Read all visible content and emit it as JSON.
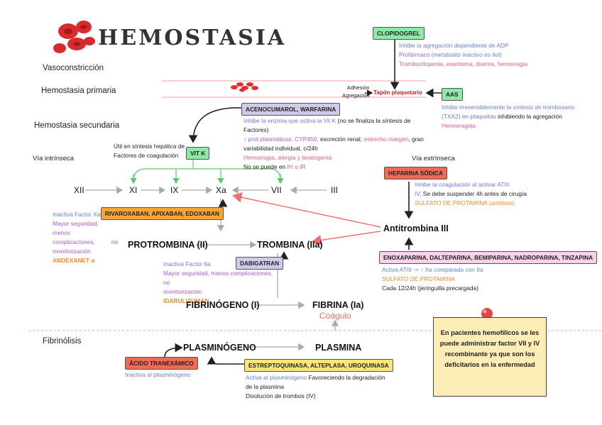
{
  "title": "HEMOSTASIA",
  "sections": {
    "vasoconstriction": "Vasoconstricción",
    "primary": "Hemostasia primaria",
    "secondary": "Hemostasia secundaria",
    "intrinsic": "Vía intrínseca",
    "extrinsic": "Vía extrínseca",
    "fibrinolysis": "Fibrinólisis"
  },
  "primary": {
    "adhesion": "Adhesión",
    "aggregation": "Agregación",
    "platelet_plug": "Tapón plaquetario"
  },
  "clopidogrel": {
    "label": "CLOPIDOGREL",
    "line1": "Inhibe la agregación dependiente de ADP",
    "line2a": "Profármaco",
    "line2b": " (metabolito inactivo es tiol)",
    "line3": "Trombocitopenia, exantema, diarrea, hemorragia"
  },
  "aas": {
    "label": "AAS",
    "line1": "Inhibe irreversiblemente la síntesis de tromboxano",
    "line2a": "(TXA2) en plaquetas",
    "line2b": " inhibiendo la agregación",
    "line3": "Hemorragias"
  },
  "acenocumarol": {
    "label": "ACENOCUMAROL, WARFARINA",
    "line1a": "Inhibe la enzima que activa la Vit K",
    "line1b": " (no se finaliza la síntesis de Factores)",
    "line2a": "↑ prot plasmáticas, CYP450,",
    "line2b": " excreción renal, ",
    "line2c": "estrecho margen",
    "line2d": ", gran",
    "line3": "variabilidad individual, c/24h",
    "line4": "Hemorragia, alergia y teratogenia",
    "line5a": "No se puede en ",
    "line5b": "IH o IR"
  },
  "vitk": {
    "label": "VIT K",
    "note1": "Útil en síntesis hepática de",
    "note2": "Factores de coagulación"
  },
  "factors": {
    "xii": "XII",
    "xi": "XI",
    "ix": "IX",
    "xa": "Xa",
    "vii": "VII",
    "iii": "III"
  },
  "rivaroxaban": {
    "label": "RIVAROXABAN, APIXABAN, EDOXABAN",
    "line1": "Inactiva Factor Xa",
    "line2": "Mayor seguridad, menos",
    "line3": "complicaciones,          no",
    "line4": "monitorización",
    "line5": "ANDEXANET α"
  },
  "heparina": {
    "label": "HEPARINA SÓDICA",
    "line1": "Inhibe la coagulación al activar ATIII",
    "line2a": "IV,",
    "line2b": " Se debe suspender 4h antes de cirugía",
    "line3": "SULFATO DE PROTAMINA (antídoto)"
  },
  "antithrombin": "Antitrombina III",
  "lmwh": {
    "label": "ENOXAPARINA, DALTEPARINA, BEMIPARINA, NADROPARINA, TINZAPINA",
    "line1a": "Activa ATIII -> ↑ Xa",
    "line1b": " comparada con IIa",
    "line2": "SULFATO DE PROTAMINA",
    "line3": "Cada 12/24h (jeringuilla precargada)"
  },
  "prothrombin": "PROTROMBINA (II)",
  "thrombin": "TROMBINA (IIa)",
  "dabigatran": {
    "label": "DABIGATRAN",
    "line1": "Inactiva Factor IIa",
    "line2": "Mayor seguridad, menos complicaciones, no",
    "line3": "monitorización",
    "line4": "IDARULIZUMAN"
  },
  "fibrinogen": "FIBRINÓGENO (I)",
  "fibrin": "FIBRINA (Ia)",
  "clot": "Coágulo",
  "fibrinolysis": {
    "plasminogen": "PLASMINÓGENO",
    "plasmin": "PLASMINA",
    "tranexamic_label": "ÁCIDO TRANEXÁMICO",
    "tranexamic_desc": "Inactiva al plasminógeno",
    "strepto_label": "ESTREPTOQUINASA, ALTEPLASA, UROQUINASA",
    "strepto_line1a": "Activa al plasminógeno",
    "strepto_line1b": " Favoreciendo la degradación",
    "strepto_line2": "de la plasmina",
    "strepto_line3": "Disolución de trombos (IV)"
  },
  "note": "En pacientes hemofílicos se les puede administrar factor VII y IV recombinante ya que son los deficitarios en la enfermedad",
  "colors": {
    "green_tag": "#8ee8a8",
    "lavender_tag": "#cfc9ec",
    "orange_tag": "#f6a53a",
    "red_tag": "#ef6b55",
    "pink_tag": "#f9d1e8",
    "yellow_tag": "#fbe57a",
    "blue_text": "#6a7ed8",
    "purple_text": "#b058d8",
    "pink_text": "#ea5a8a",
    "orange_text": "#ef8a2a",
    "note_bg": "#fcecb6"
  }
}
